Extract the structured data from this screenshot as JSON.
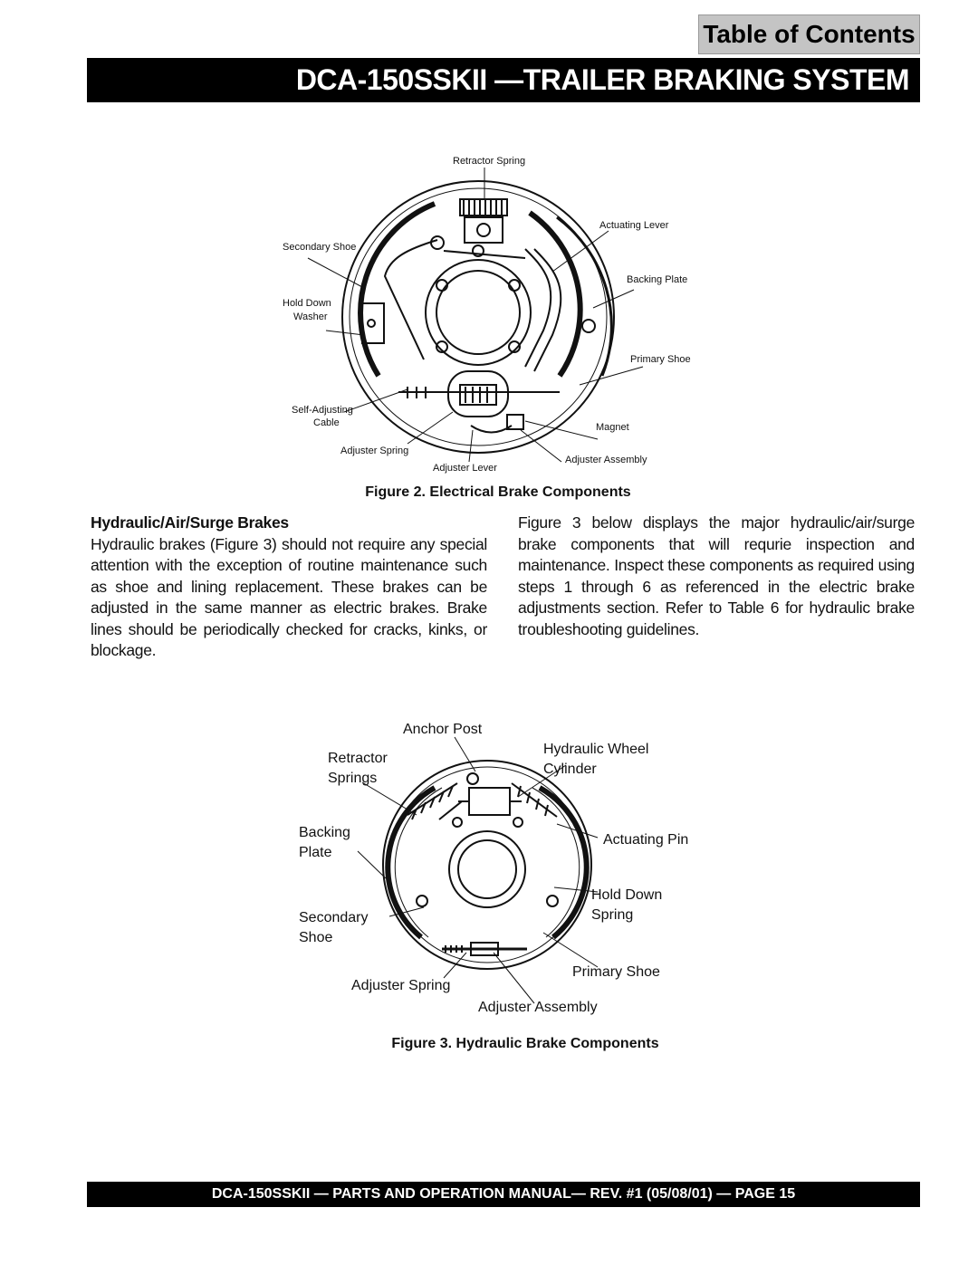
{
  "header": {
    "toc_label": "Table of Contents",
    "title": "DCA-150SSKII —TRAILER BRAKING SYSTEM"
  },
  "figure2": {
    "caption": "Figure 2. Electrical Brake Components",
    "labels": {
      "retractor_spring": "Retractor Spring",
      "actuating_lever": "Actuating Lever",
      "secondary_shoe": "Secondary  Shoe",
      "backing_plate": "Backing Plate",
      "hold_down_1": "Hold Down",
      "hold_down_2": "Washer",
      "primary_shoe": "Primary Shoe",
      "self_adjusting_1": "Self-Adjusting",
      "self_adjusting_2": "Cable",
      "magnet": "Magnet",
      "adjuster_spring": "Adjuster Spring",
      "adjuster_assembly": "Adjuster Assembly",
      "adjuster_lever": "Adjuster Lever"
    }
  },
  "section": {
    "heading": "Hydraulic/Air/Surge Brakes",
    "left_text": "Hydraulic brakes (Figure 3) should not require any special attention with the exception of routine maintenance such as shoe and lining replacement.  These brakes can be adjusted in the same manner as electric brakes.  Brake lines should be periodically checked for cracks, kinks,  or blockage.",
    "right_text": "Figure 3  below displays the major hydraulic/air/surge brake components that will requrie inspection and maintenance. Inspect these components as required using steps 1 through 6 as referenced in the electric brake adjustments section. Refer to Table 6 for hydraulic brake troubleshooting guidelines."
  },
  "figure3": {
    "caption": "Figure 3. Hydraulic Brake Components",
    "labels": {
      "anchor_post": "Anchor Post",
      "retractor_1": "Retractor",
      "retractor_2": "Springs",
      "wheel_cyl_1": "Hydraulic Wheel",
      "wheel_cyl_2": "Cylinder",
      "backing_1": "Backing",
      "backing_2": "Plate",
      "actuating_pin": "Actuating Pin",
      "secondary_1": "Secondary",
      "secondary_2": "Shoe",
      "hold_down_1": "Hold Down",
      "hold_down_2": "Spring",
      "adjuster_spring": "Adjuster Spring",
      "primary_shoe": "Primary Shoe",
      "adjuster_assembly": "Adjuster Assembly"
    }
  },
  "footer": {
    "text": "DCA-150SSKII — PARTS AND OPERATION  MANUAL— REV. #1  (05/08/01) — PAGE 15"
  }
}
